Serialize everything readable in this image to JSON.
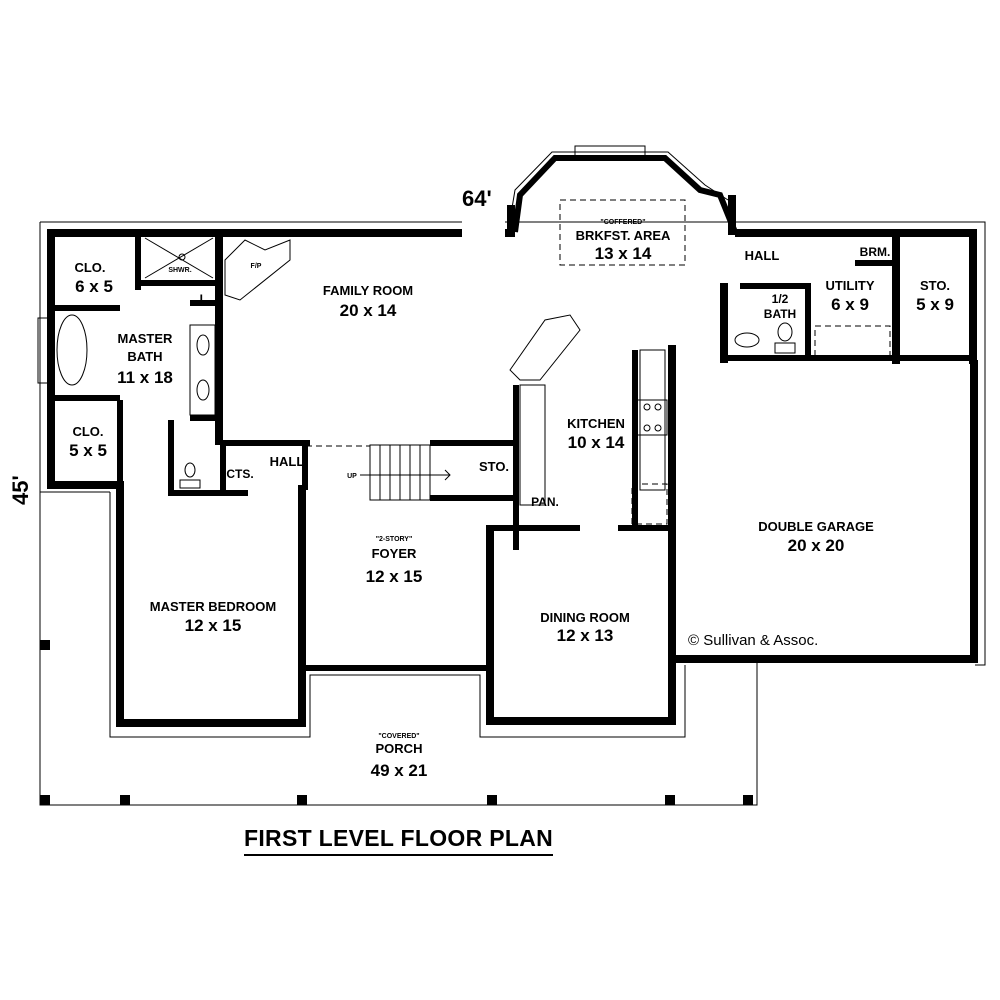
{
  "plan": {
    "title": "FIRST LEVEL FLOOR PLAN",
    "overall_width": "64'",
    "overall_depth": "45'",
    "copyright": "© Sullivan & Assoc."
  },
  "rooms": {
    "clo_top": {
      "name": "CLO.",
      "size": "6 x 5"
    },
    "clo_bottom": {
      "name": "CLO.",
      "size": "5 x 5"
    },
    "shower": {
      "name": "SHWR."
    },
    "linen": {
      "name": "L."
    },
    "fireplace": {
      "name": "F/P"
    },
    "master_bath": {
      "name_line1": "MASTER",
      "name_line2": "BATH",
      "size": "11 x 18"
    },
    "family_room": {
      "name": "FAMILY ROOM",
      "size": "20 x 14"
    },
    "breakfast": {
      "note": "\"COFFERED\"",
      "name": "BRKFST. AREA",
      "size": "13 x 14"
    },
    "hall_right": {
      "name": "HALL"
    },
    "broom": {
      "name": "BRM."
    },
    "utility": {
      "name": "UTILITY",
      "size": "6 x 9"
    },
    "half_bath": {
      "name_line1": "1/2",
      "name_line2": "BATH"
    },
    "storage_right": {
      "name": "STO.",
      "size": "5 x 9"
    },
    "kitchen": {
      "name": "KITCHEN",
      "size": "10 x 14"
    },
    "cts": {
      "name": "CTS."
    },
    "hall_left": {
      "name": "HALL"
    },
    "storage_stair": {
      "name": "STO."
    },
    "pantry": {
      "name": "PAN."
    },
    "stair": {
      "label": "UP"
    },
    "foyer": {
      "note": "\"2-STORY\"",
      "name": "FOYER",
      "size": "12 x 15"
    },
    "master_bedroom": {
      "name": "MASTER BEDROOM",
      "size": "12 x 15"
    },
    "dining_room": {
      "name": "DINING ROOM",
      "size": "12 x 13"
    },
    "garage": {
      "name": "DOUBLE GARAGE",
      "size": "20 x 20"
    },
    "porch": {
      "note": "\"COVERED\"",
      "name": "PORCH",
      "size": "49 x 21"
    }
  }
}
